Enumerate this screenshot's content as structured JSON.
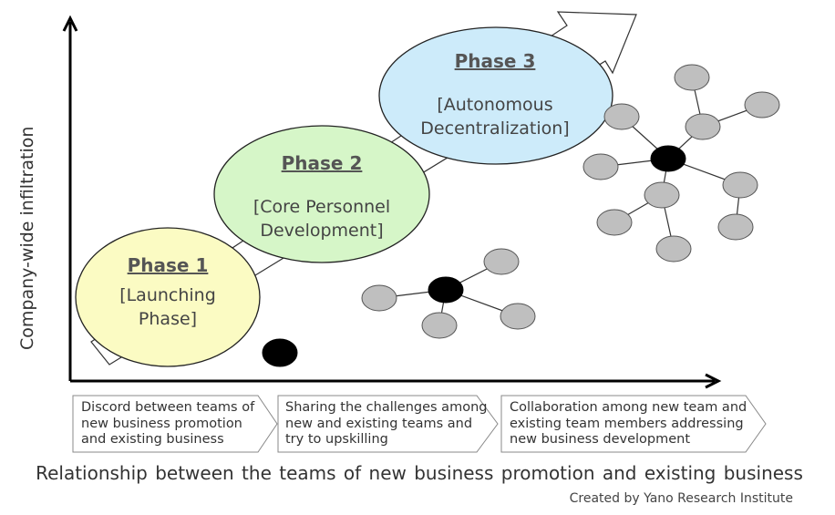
{
  "y_axis_label": "Company-wide infiltration",
  "x_axis_label": "Relationship  between the teams of new business  promotion  and existing business",
  "credit": "Created by Yano Research Institute",
  "phases": [
    {
      "title": "Phase 1",
      "subtitle_line1": "[Launching",
      "subtitle_line2": "Phase]",
      "color": "#FBFBC3"
    },
    {
      "title": "Phase 2",
      "subtitle_line1": "[Core Personnel",
      "subtitle_line2": "Development]",
      "color": "#D6F6C8"
    },
    {
      "title": "Phase 3",
      "subtitle_line1": "[Autonomous",
      "subtitle_line2": "Decentralization]",
      "color": "#CDEBFA"
    }
  ],
  "stages": [
    {
      "line1": "Discord between teams of",
      "line2": "new business promotion",
      "line3": "and existing business"
    },
    {
      "line1": "Sharing the challenges among",
      "line2": "new and existing teams and",
      "line3": "try to upskilling"
    },
    {
      "line1": "Collaboration among new team and",
      "line2": "existing team members addressing",
      "line3": "new business development"
    }
  ],
  "colors": {
    "node_gray": "#BFBFBF",
    "node_black": "#000000",
    "arrow_stroke": "#333333"
  }
}
